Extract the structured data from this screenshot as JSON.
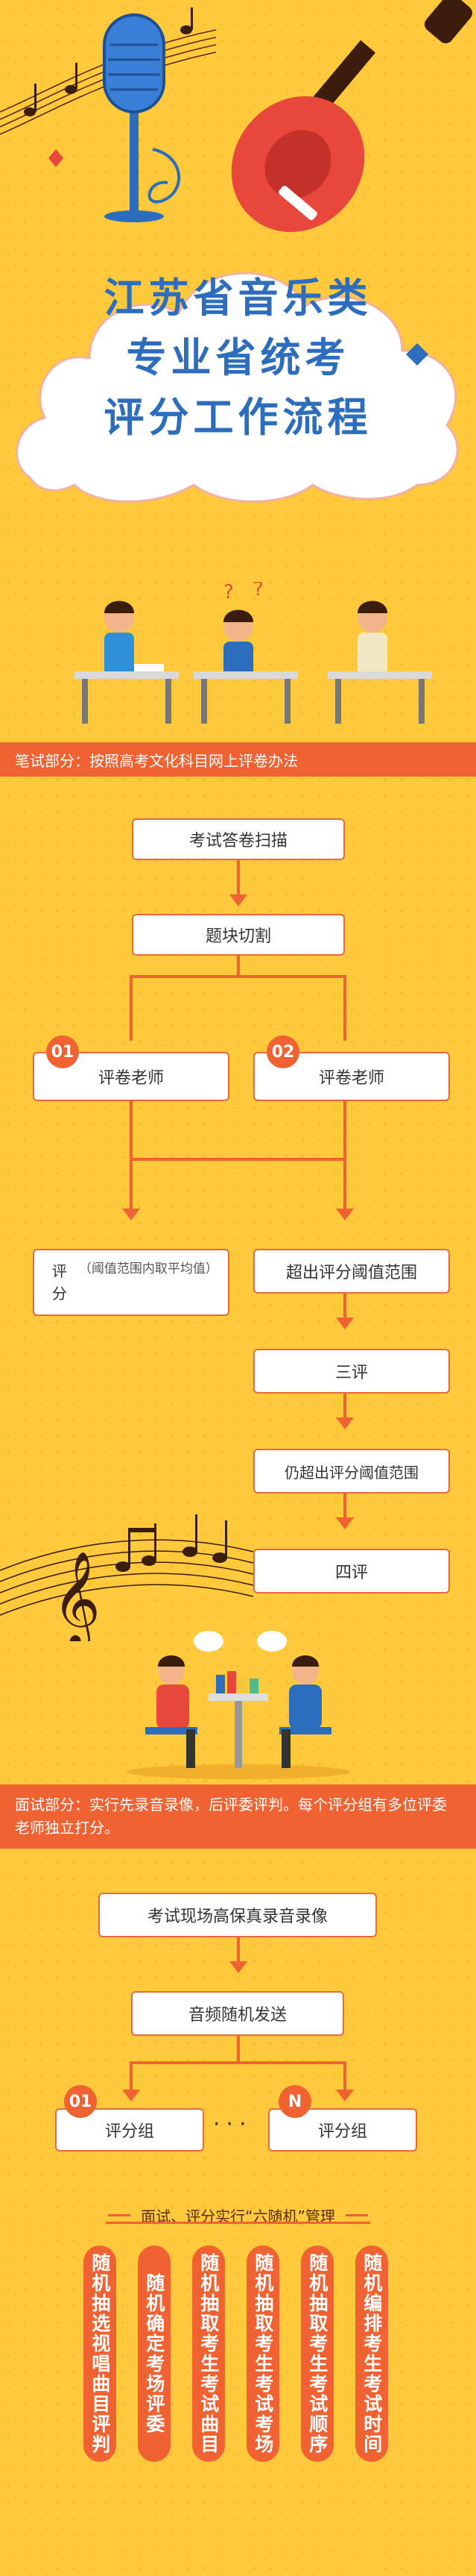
{
  "title": {
    "line1": "江苏省音乐类",
    "line2": "专业省统考",
    "line3": "评分工作流程"
  },
  "written": {
    "banner": "笔试部分：按照高考文化科目网上评卷办法",
    "step_scan": "考试答卷扫描",
    "step_cut": "题块切割",
    "marker_01": "01",
    "marker_02": "02",
    "teacher_left": "评卷老师",
    "teacher_right": "评卷老师",
    "score_label": "评分",
    "score_note": "（阈值范围内取平均值）",
    "exceed": "超出评分阈值范围",
    "third": "三评",
    "still_exceed": "仍超出评分阈值范围",
    "fourth": "四评"
  },
  "interview": {
    "banner": "面试部分：实行先录音录像，后评委评判。每个评分组有多位评委老师独立打分。",
    "step_record": "考试现场高保真录音录像",
    "step_send": "音频随机发送",
    "marker_01": "01",
    "marker_n": "N",
    "group_left": "评分组",
    "group_right": "评分组",
    "ellipsis": "···",
    "six_random_title": "面试、评分实行“六随机”管理",
    "six_random": [
      "随机抽选视唱曲目评判",
      "随机确定考场评委",
      "随机抽取考生考试曲目",
      "随机抽取考生考试考场",
      "随机抽取考生考试顺序",
      "随机编排考生考试时间"
    ]
  },
  "colors": {
    "background": "#ffc93c",
    "accent": "#f06232",
    "title_blue": "#2c6dbd"
  }
}
